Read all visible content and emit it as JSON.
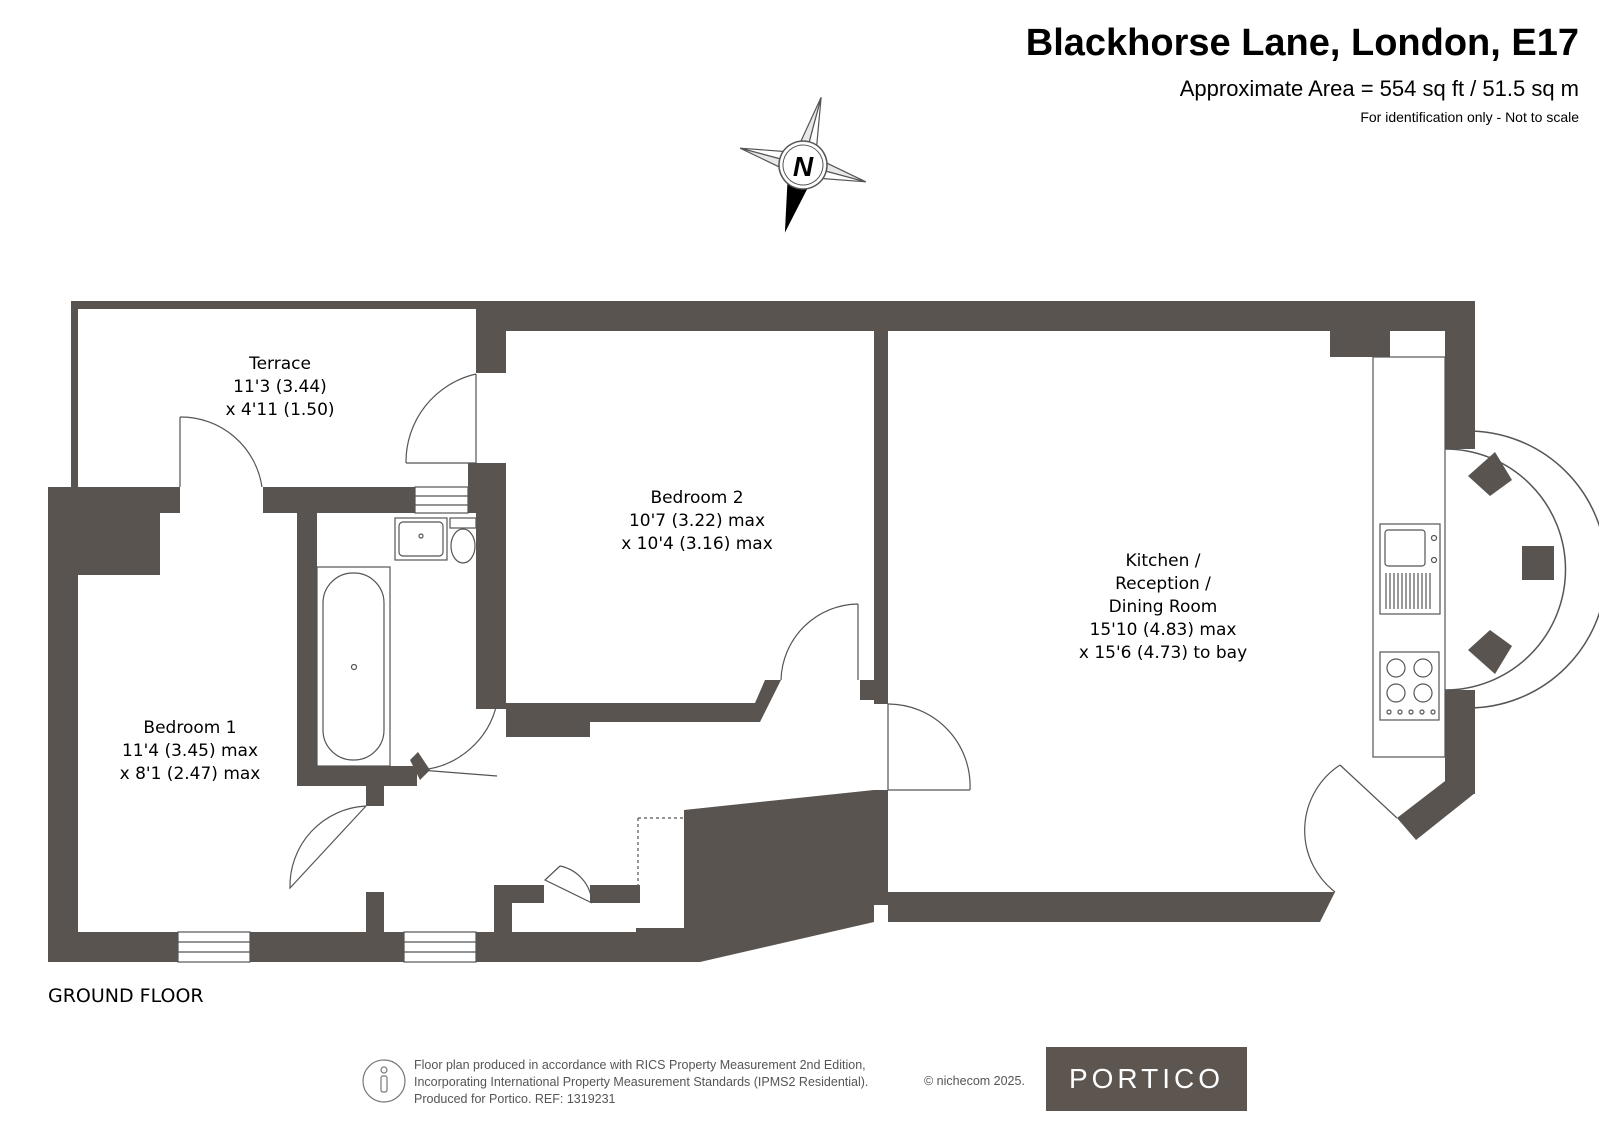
{
  "header": {
    "title": "Blackhorse Lane, London, E17",
    "area": "Approximate Area = 554 sq ft / 51.5 sq m",
    "note": "For identification only - Not to scale"
  },
  "compass": {
    "label": "N",
    "icon": "compass-icon"
  },
  "rooms": {
    "terrace": {
      "name": "Terrace",
      "dim1": "11'3 (3.44)",
      "dim2": "x 4'11 (1.50)"
    },
    "bedroom2": {
      "name": "Bedroom 2",
      "dim1": "10'7 (3.22) max",
      "dim2": "x 10'4 (3.16) max"
    },
    "kitchen": {
      "name1": "Kitchen /",
      "name2": "Reception /",
      "name3": "Dining Room",
      "dim1": "15'10 (4.83) max",
      "dim2": "x 15'6 (4.73) to bay"
    },
    "bedroom1": {
      "name": "Bedroom 1",
      "dim1": "11'4 (3.45) max",
      "dim2": "x 8'1 (2.47) max"
    }
  },
  "floor_label": "GROUND FLOOR",
  "footer": {
    "line1": "Floor plan produced in accordance with RICS Property Measurement 2nd Edition,",
    "line2": "Incorporating International Property Measurement Standards (IPMS2 Residential).",
    "line3": "Produced for Portico.   REF:  1319231",
    "copyright": "© nichecom 2025.",
    "logo": "PORTICO"
  },
  "colors": {
    "wall": "#595450",
    "line": "#555555",
    "logo_bg": "#5c5550"
  }
}
